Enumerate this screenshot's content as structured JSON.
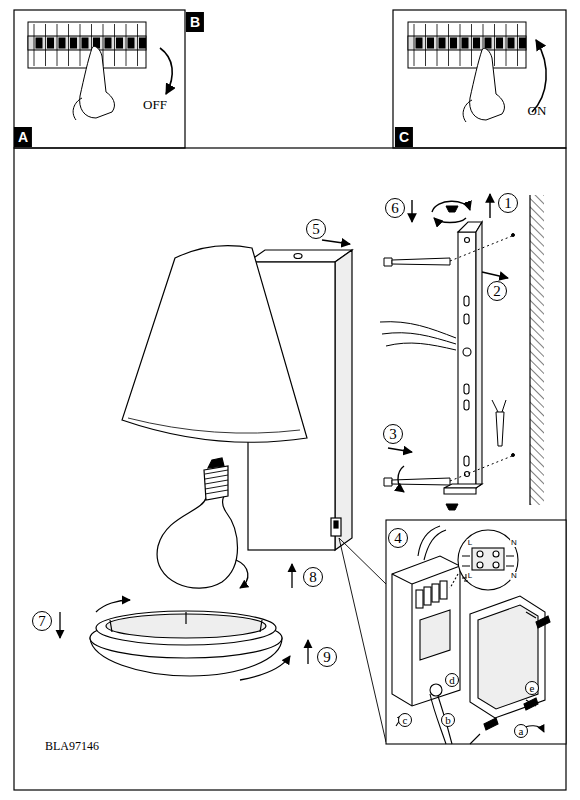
{
  "diagram": {
    "labels": [
      "A",
      "OFF",
      "B",
      "ON",
      "C",
      "1",
      "6",
      "5",
      "2",
      "3",
      "4",
      "8",
      "7",
      "9",
      "L",
      "N",
      "L",
      "N",
      "d",
      "e",
      "c",
      "b",
      "a",
      "BLA97146"
    ]
  }
}
